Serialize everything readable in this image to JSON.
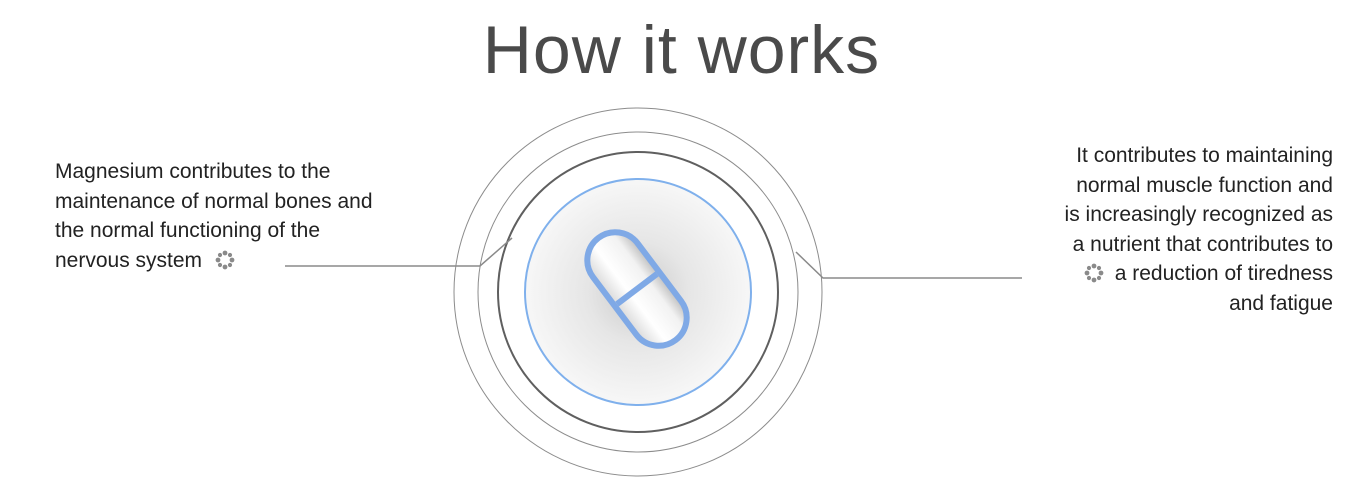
{
  "page": {
    "title": "How it works"
  },
  "left_note": {
    "lines": [
      "Magnesium contributes to the",
      "maintenance of normal bones and",
      "the normal functioning of the",
      "nervous system"
    ],
    "icon": "flower-icon"
  },
  "right_note": {
    "lines": [
      "It contributes to maintaining",
      "normal muscle function and",
      "is increasingly recognized as",
      "a nutrient that contributes to",
      "a reduction of tiredness",
      "and fatigue"
    ],
    "icon": "flower-icon"
  },
  "center": {
    "icon": "capsule-pill-icon"
  },
  "colors": {
    "title": "#4a4a4a",
    "text": "#222222",
    "ring_outer": "#8a8a8a",
    "ring_dark": "#5a5a5a",
    "ring_accent": "#7fb0ec",
    "capsule_outline": "#7fa9e6"
  }
}
